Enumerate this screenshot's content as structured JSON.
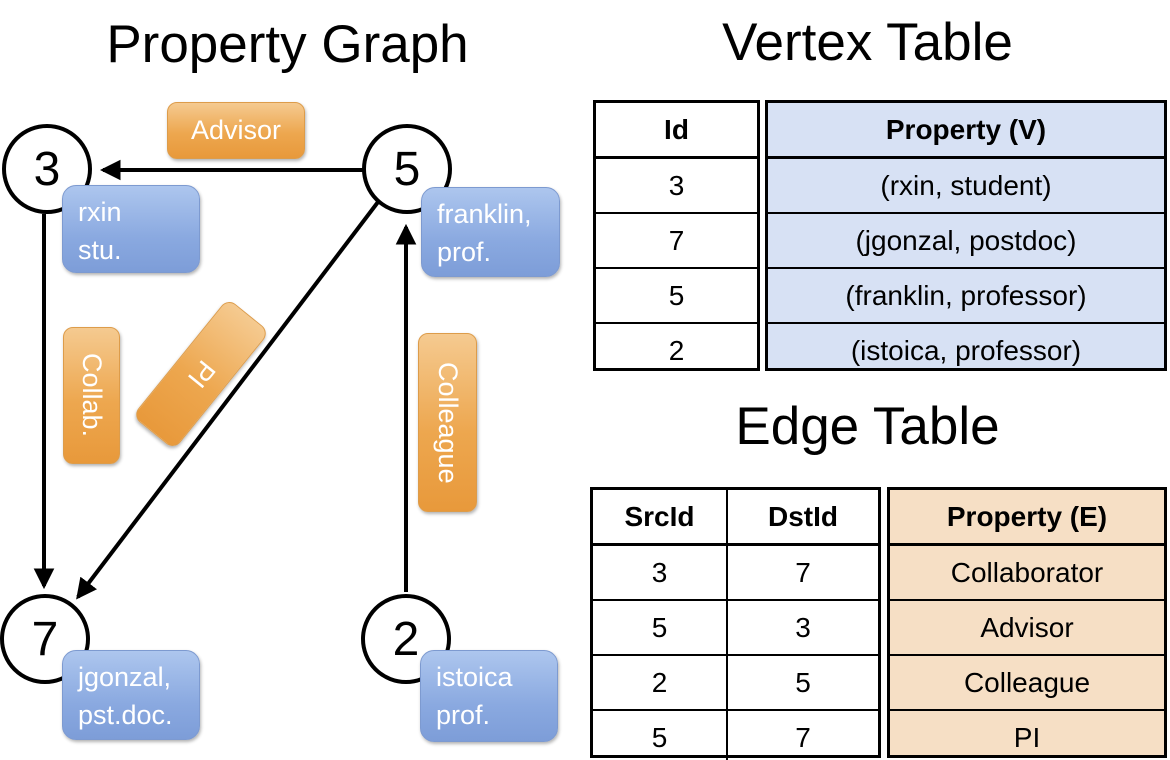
{
  "titles": {
    "graph": "Property Graph",
    "vertex_table": "Vertex Table",
    "edge_table": "Edge Table"
  },
  "graph": {
    "nodes": [
      {
        "id": "3",
        "prop_line1": "rxin",
        "prop_line2": "stu."
      },
      {
        "id": "5",
        "prop_line1": "franklin,",
        "prop_line2": "prof."
      },
      {
        "id": "7",
        "prop_line1": "jgonzal,",
        "prop_line2": "pst.doc."
      },
      {
        "id": "2",
        "prop_line1": "istoica",
        "prop_line2": "prof."
      }
    ],
    "edge_labels": {
      "advisor": "Advisor",
      "collab": "Collab.",
      "pi": "PI",
      "colleague": "Colleague"
    }
  },
  "vertex_table": {
    "headers": {
      "id": "Id",
      "property": "Property (V)"
    },
    "rows": [
      {
        "id": "3",
        "property": "(rxin, student)"
      },
      {
        "id": "7",
        "property": "(jgonzal, postdoc)"
      },
      {
        "id": "5",
        "property": "(franklin, professor)"
      },
      {
        "id": "2",
        "property": "(istoica, professor)"
      }
    ]
  },
  "edge_table": {
    "headers": {
      "src": "SrcId",
      "dst": "DstId",
      "property": "Property (E)"
    },
    "rows": [
      {
        "src": "3",
        "dst": "7",
        "property": "Collaborator"
      },
      {
        "src": "5",
        "dst": "3",
        "property": "Advisor"
      },
      {
        "src": "2",
        "dst": "5",
        "property": "Colleague"
      },
      {
        "src": "5",
        "dst": "7",
        "property": "PI"
      }
    ]
  },
  "colors": {
    "line": "#000000",
    "edge_label_orange": "#eda74f",
    "vertex_label_blue": "#8aa9e0",
    "vertex_property_fill": "#d7e1f4",
    "edge_property_fill": "#f6dfc5"
  }
}
